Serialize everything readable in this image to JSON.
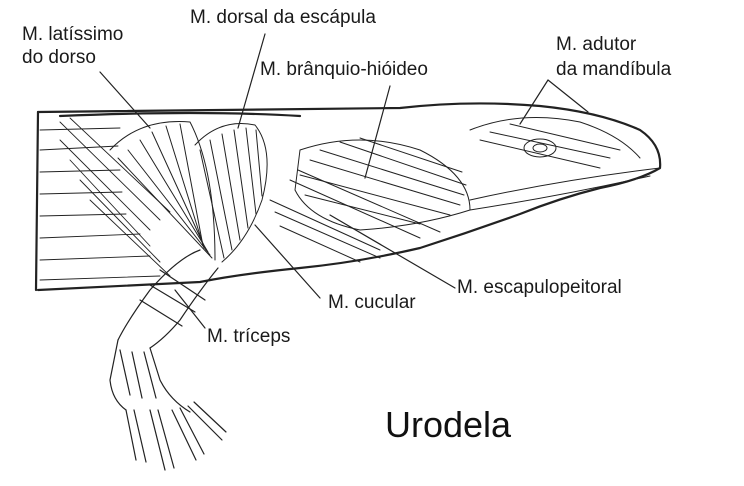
{
  "labels": {
    "latissimo_line1": "M. latíssimo",
    "latissimo_line2": "do dorso",
    "dorsal_escapula": "M. dorsal da escápula",
    "branquio_hioideo": "M. brânquio-hióideo",
    "adutor_line1": "M. adutor",
    "adutor_line2": "da mandíbula",
    "escapulopeitoral": "M. escapulopeitoral",
    "cucular": "M. cucular",
    "triceps": "M. tríceps"
  },
  "caption": "Urodela",
  "colors": {
    "ink": "#222222",
    "label_text": "#1a1a1a",
    "background": "#ffffff"
  }
}
